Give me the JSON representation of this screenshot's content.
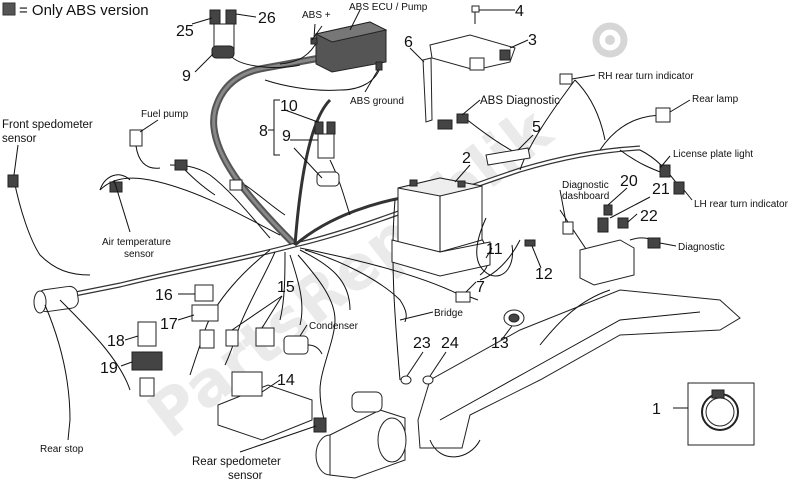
{
  "legend": {
    "swatch_color": "#555555",
    "text": "= Only ABS version"
  },
  "watermark": {
    "text": "PartsRepublik"
  },
  "colors": {
    "line": "#111111",
    "harness": "#666666",
    "watermark": "#d9d9d9"
  },
  "labels": {
    "abs_plus": "ABS +",
    "abs_ecu": "ABS ECU / Pump",
    "abs_ground": "ABS ground",
    "abs_diagnostic": "ABS Diagnostic",
    "front_speedo_1": "Front spedometer",
    "front_speedo_2": "sensor",
    "fuel_pump": "Fuel pump",
    "air_temp_1": "Air temperature",
    "air_temp_2": "sensor",
    "rh_turn": "RH rear turn indicator",
    "rear_lamp": "Rear lamp",
    "license_light": "License plate light",
    "lh_turn": "LH rear turn indicator",
    "diag_dash_1": "Diagnostic",
    "diag_dash_2": "dashboard",
    "diagnostic": "Diagnostic",
    "condenser": "Condenser",
    "bridge": "Bridge",
    "rear_stop": "Rear stop",
    "rear_speedo_1": "Rear spedometer",
    "rear_speedo_2": "sensor"
  },
  "numbers": {
    "n1": "1",
    "n2": "2",
    "n3": "3",
    "n4": "4",
    "n5": "5",
    "n6": "6",
    "n7": "7",
    "n8": "8",
    "n9a": "9",
    "n9b": "9",
    "n10": "10",
    "n11": "11",
    "n12": "12",
    "n13": "13",
    "n14": "14",
    "n15": "15",
    "n16": "16",
    "n17": "17",
    "n18": "18",
    "n19": "19",
    "n20": "20",
    "n21": "21",
    "n22": "22",
    "n23": "23",
    "n24": "24",
    "n25": "25",
    "n26": "26"
  }
}
